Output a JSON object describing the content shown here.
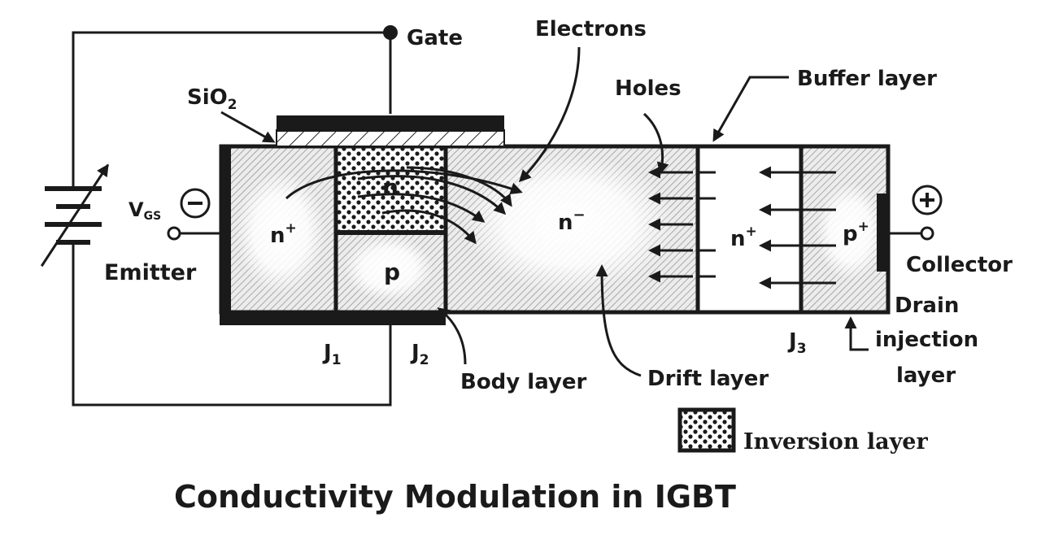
{
  "title": "Conductivity Modulation in IGBT",
  "terminals": {
    "gate": "Gate",
    "emitter": "Emitter",
    "collector": "Collector",
    "vgs_main": "V",
    "vgs_sub": "GS",
    "minus": "−",
    "plus": "+"
  },
  "labels": {
    "sio2_main": "SiO",
    "sio2_sub": "2",
    "electrons": "Electrons",
    "holes": "Holes",
    "buffer_layer": "Buffer layer",
    "body_layer": "Body layer",
    "drift_layer": "Drift layer",
    "drain_injection_1": "Drain",
    "drain_injection_2": "injection",
    "drain_injection_3": "layer"
  },
  "regions": {
    "emitter_n_main": "n",
    "emitter_n_sup": "+",
    "channel_n": "n",
    "body_p": "p",
    "drift_main": "n",
    "drift_sup": "−",
    "buffer_main": "n",
    "buffer_sup": "+",
    "injection_main": "p",
    "injection_sup": "+"
  },
  "junctions": {
    "j1_main": "J",
    "j1_sub": "1",
    "j2_main": "J",
    "j2_sub": "2",
    "j3_main": "J",
    "j3_sub": "3"
  },
  "legend": {
    "inversion_layer": "Inversion layer"
  }
}
